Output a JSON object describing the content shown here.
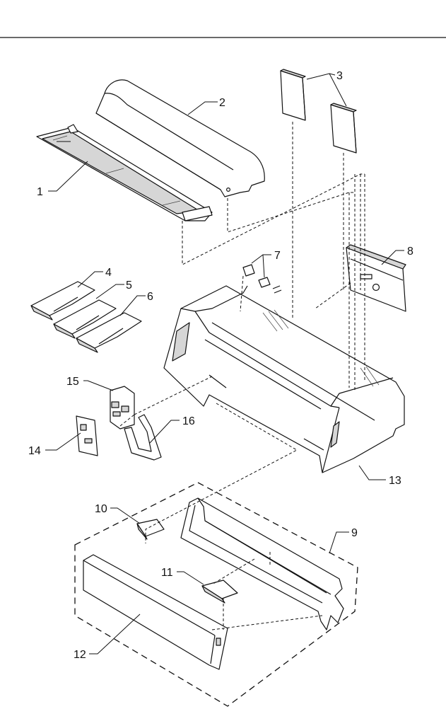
{
  "diagram": {
    "callouts": {
      "p1": "1",
      "p2": "2",
      "p3": "3",
      "p4": "4",
      "p5": "5",
      "p6": "6",
      "p7": "7",
      "p8": "8",
      "p9": "9",
      "p10": "10",
      "p11": "11",
      "p12": "12",
      "p13": "13",
      "p14": "14",
      "p15": "15",
      "p16": "16"
    }
  }
}
